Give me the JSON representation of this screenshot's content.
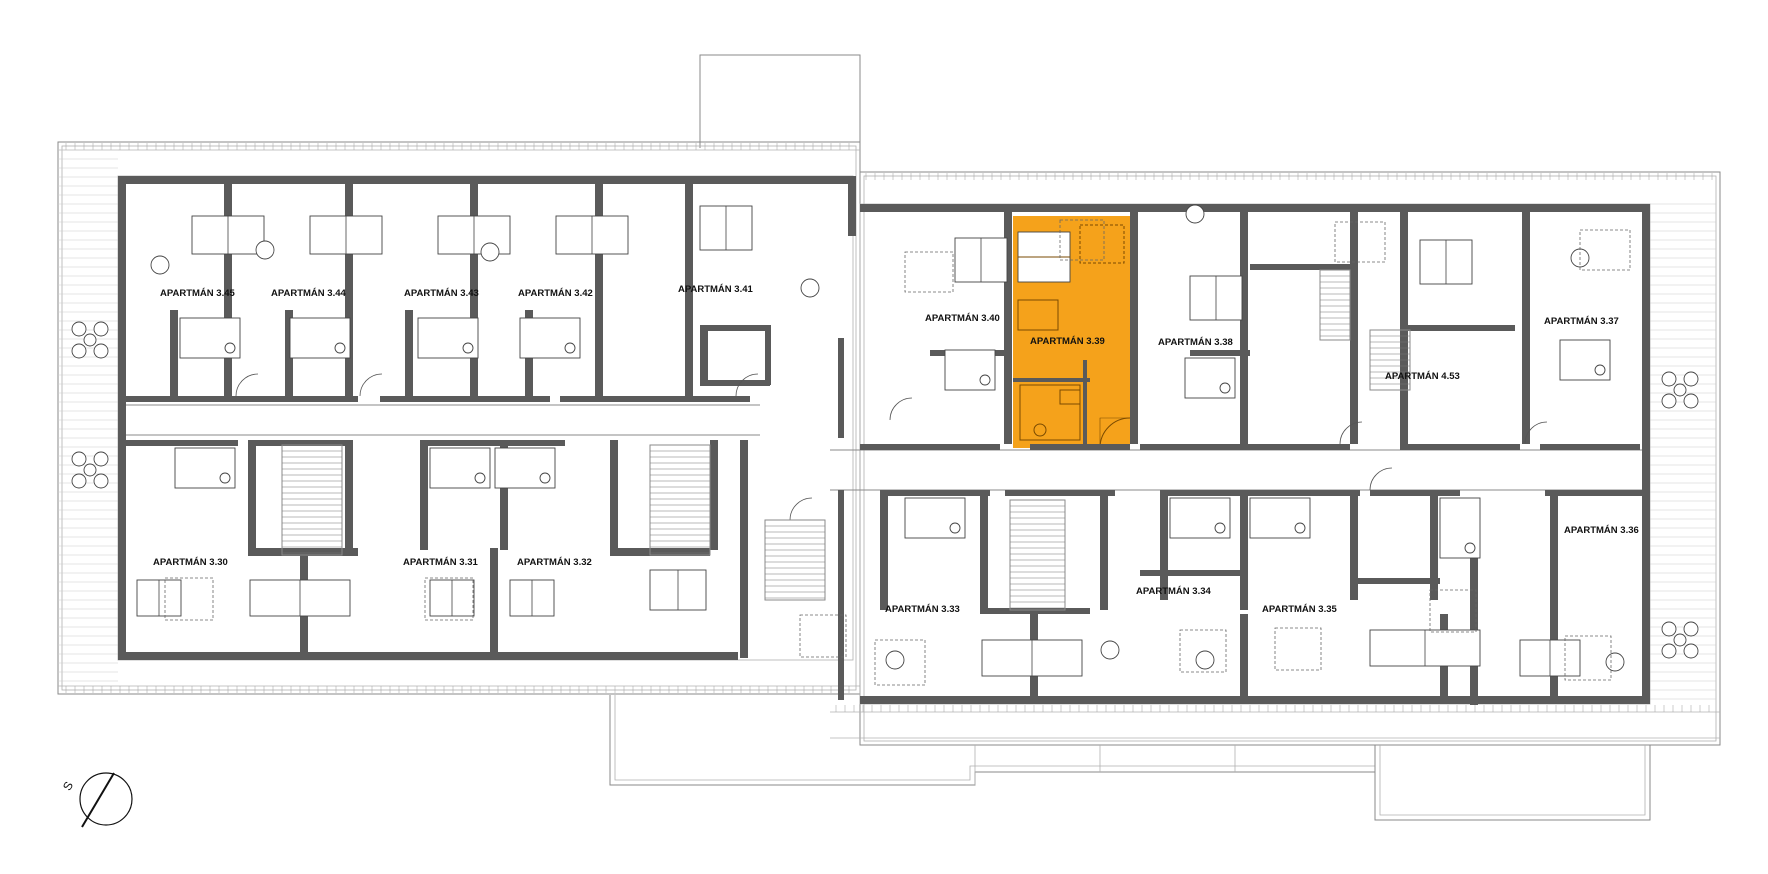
{
  "apartments": {
    "a345": "APARTMÁN 3.45",
    "a344": "APARTMÁN 3.44",
    "a343": "APARTMÁN 3.43",
    "a342": "APARTMÁN 3.42",
    "a341": "APARTMÁN 3.41",
    "a340": "APARTMÁN 3.40",
    "a339": "APARTMÁN 3.39",
    "a338": "APARTMÁN 3.38",
    "a453": "APARTMÁN 4.53",
    "a337": "APARTMÁN 3.37",
    "a330": "APARTMÁN 3.30",
    "a331": "APARTMÁN 3.31",
    "a332": "APARTMÁN 3.32",
    "a333": "APARTMÁN 3.33",
    "a334": "APARTMÁN 3.34",
    "a335": "APARTMÁN 3.35",
    "a336": "APARTMÁN 3.36"
  },
  "highlighted_apartment": "APARTMÁN 3.39",
  "north_arrow": {
    "letter": "S"
  },
  "colors": {
    "highlight": "#F5A21B",
    "wall": "#5a5a5a",
    "line": "#8a8a8a"
  }
}
